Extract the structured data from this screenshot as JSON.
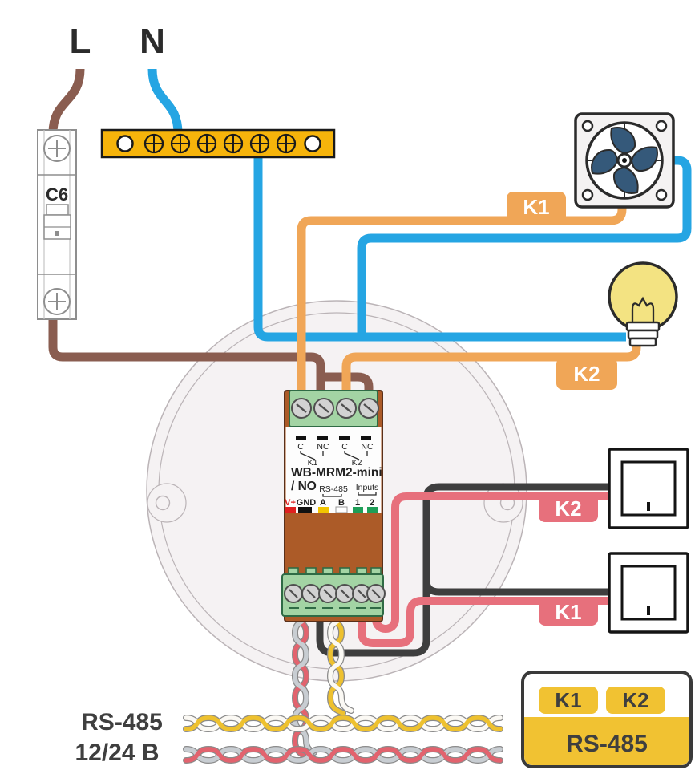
{
  "diagram": {
    "supply": {
      "line_label": "L",
      "neutral_label": "N"
    },
    "breaker": {
      "label": "C6"
    },
    "badges": {
      "fan_relay": "K1",
      "bulb_relay": "K2",
      "switch_top": "K2",
      "switch_bottom": "K1"
    },
    "module": {
      "title": "WB-MRM2-mini",
      "subtitle": "/ NO",
      "contacts": [
        "C",
        "NC",
        "C",
        "NC"
      ],
      "relay1": "K1",
      "relay2": "K2",
      "bus_label": "RS-485",
      "inputs_label": "Inputs",
      "terminals": [
        "V+",
        "GND",
        "A",
        "B",
        "1",
        "2"
      ]
    },
    "bus": {
      "rs485_label": "RS-485",
      "power_label": "12/24 В"
    },
    "panel": {
      "k1": "K1",
      "k2": "K2",
      "bus": "RS-485"
    },
    "colors": {
      "wire_brown": "#8A5D50",
      "wire_blue": "#25A5E3",
      "wire_orange": "#F0A657",
      "wire_pink": "#E7707C",
      "wire_black": "#3E3E3E",
      "busbar_yellow": "#F6B40B",
      "panel_yellow": "#F1C232",
      "module_body": "#AC5B28",
      "terminal_green": "#A3D4A4",
      "fan_blade": "#35597A",
      "bulb_yellow": "#F3E382",
      "pair_yellow": "#EEC12F",
      "pair_white": "#FBF9F4",
      "pair_red": "#E2636E",
      "pair_gray": "#C8CDD2"
    }
  }
}
